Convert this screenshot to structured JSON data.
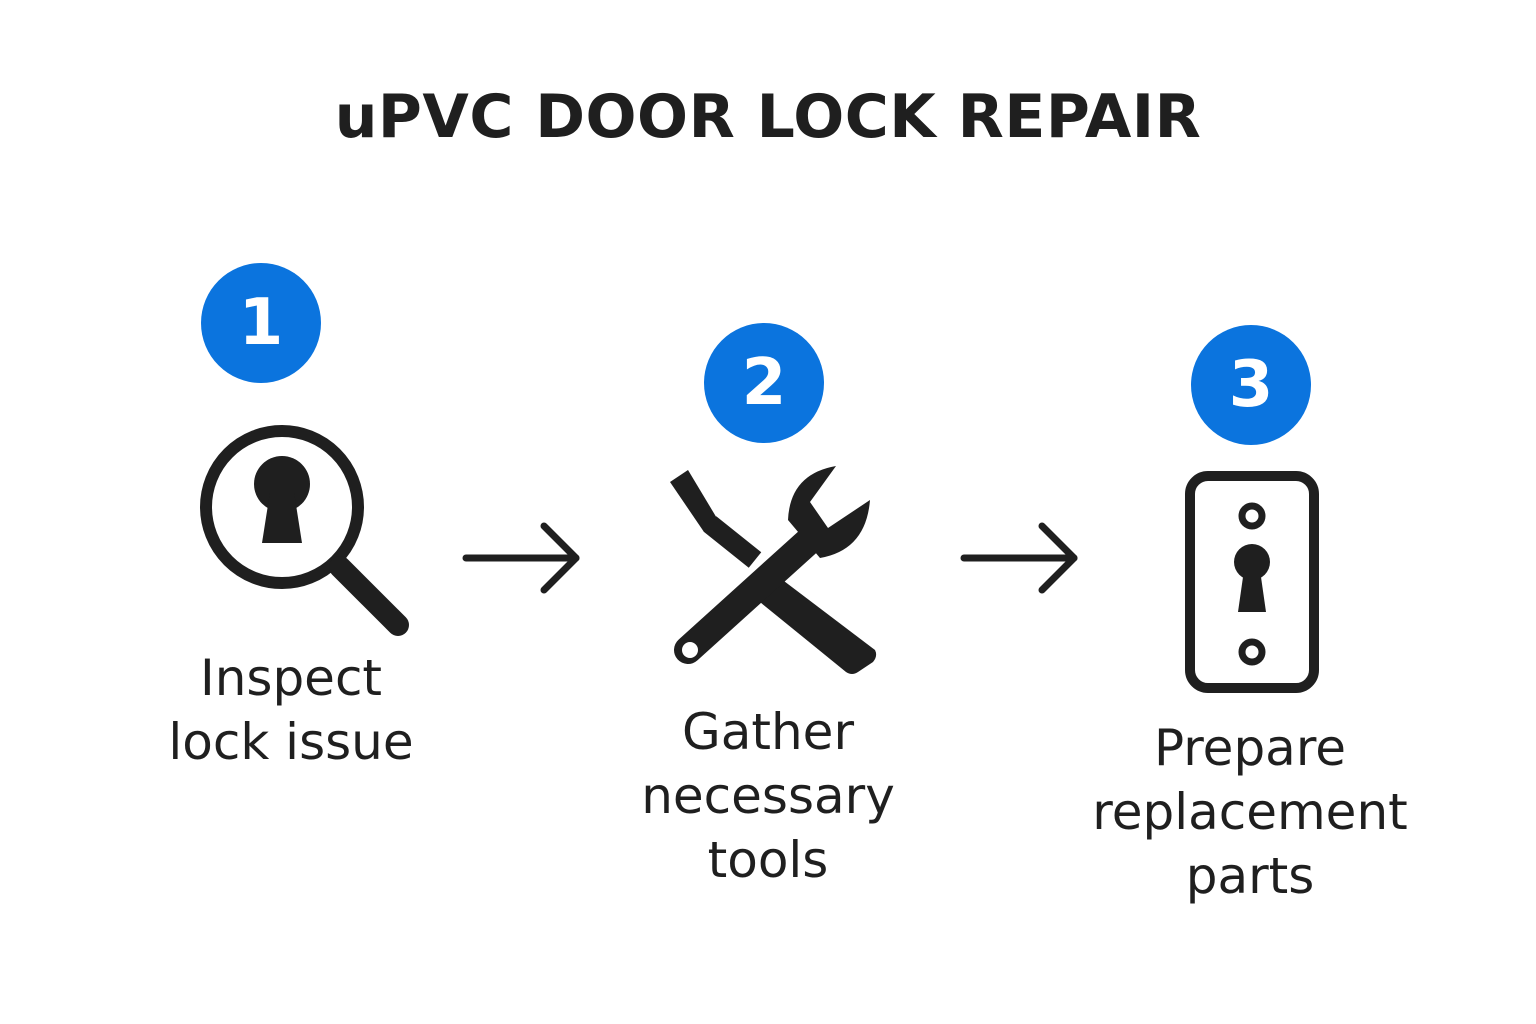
{
  "title": "uPVC DOOR LOCK REPAIR",
  "accent_color": "#0b74de",
  "icon_color": "#1f1f1f",
  "steps": [
    {
      "number": "1",
      "icon": "magnifier-keyhole-icon",
      "label_lines": [
        "Inspect",
        "lock issue"
      ]
    },
    {
      "number": "2",
      "icon": "screwdriver-wrench-icon",
      "label_lines": [
        "Gather",
        "necessary",
        "tools"
      ]
    },
    {
      "number": "3",
      "icon": "lock-plate-icon",
      "label_lines": [
        "Prepare",
        "replacement",
        "parts"
      ]
    }
  ],
  "connectors": [
    "arrow-right-icon",
    "arrow-right-icon"
  ]
}
